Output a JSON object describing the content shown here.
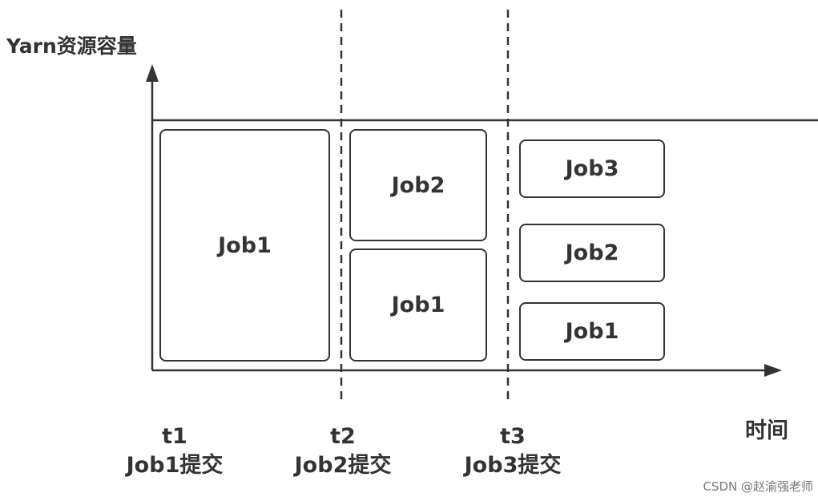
{
  "diagram": {
    "y_axis_label": "Yarn资源容量",
    "x_axis_label": "时间",
    "colors": {
      "stroke": "#333333",
      "text": "#333333",
      "watermark": "#777777"
    },
    "phases": [
      {
        "time": "t1",
        "event": "Job1提交",
        "jobs": [
          "Job1"
        ]
      },
      {
        "time": "t2",
        "event": "Job2提交",
        "jobs": [
          "Job2",
          "Job1"
        ]
      },
      {
        "time": "t3",
        "event": "Job3提交",
        "jobs": [
          "Job3",
          "Job2",
          "Job1"
        ]
      }
    ]
  },
  "watermark": "CSDN @赵渝强老师"
}
